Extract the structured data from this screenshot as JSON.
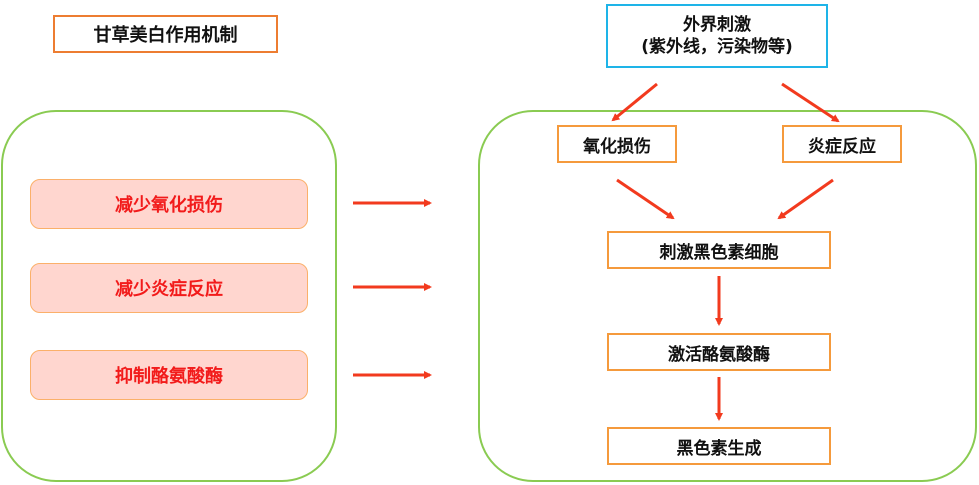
{
  "title": "甘草美白作用机制",
  "stimulus": {
    "line1": "外界刺激",
    "line2": "(紫外线，污染物等)"
  },
  "effects": [
    {
      "label": "减少氧化损伤"
    },
    {
      "label": "减少炎症反应"
    },
    {
      "label": "抑制酪氨酸酶"
    }
  ],
  "pathway": {
    "oxidative_damage": "氧化损伤",
    "inflammation": "炎症反应",
    "stimulate_melanocytes": "刺激黑色素细胞",
    "activate_tyrosinase": "激活酪氨酸酶",
    "melanin_generation": "黑色素生成"
  },
  "colors": {
    "arrow": "#F23A1E",
    "panel_border": "#8ACB52",
    "title_border": "#ED7D31",
    "stimulus_border": "#1EB4E8",
    "node_border": "#F59A3C",
    "effect_fill": "#FFD6CF",
    "effect_text": "#F21B1B"
  }
}
